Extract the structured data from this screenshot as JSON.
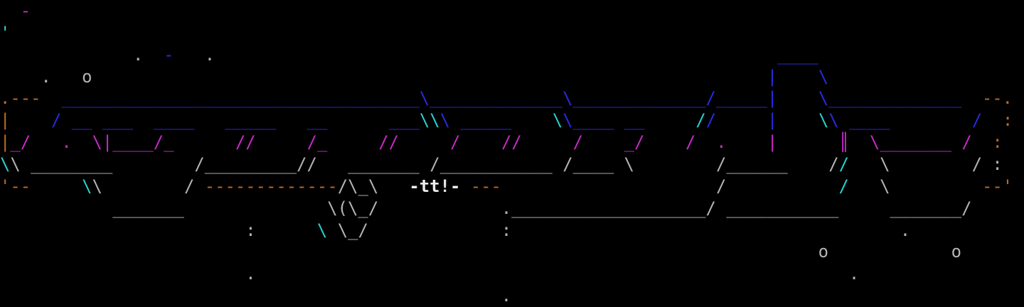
{
  "art": {
    "background": "#000000",
    "columns": 100,
    "palette": {
      "blue": "#2a2ae0",
      "magenta": "#c62ac6",
      "cyan": "#2ad0d0",
      "gray": "#b4b4b4",
      "white": "#ececec",
      "orange": "#bf6a22"
    },
    "rows": [
      {
        "segments": [
          {
            "s": 2,
            "t": "-",
            "c": "magenta"
          }
        ]
      },
      {
        "segments": [
          {
            "s": 0,
            "t": "'",
            "c": "cyan"
          }
        ]
      },
      {
        "segments": [
          {
            "s": 13,
            "t": ".",
            "c": "gray"
          },
          {
            "s": 16,
            "t": "-",
            "c": "blue"
          },
          {
            "s": 20,
            "t": ".",
            "c": "gray"
          },
          {
            "s": 76,
            "t": "____",
            "c": "blue"
          }
        ]
      },
      {
        "segments": [
          {
            "s": 4,
            "t": ".",
            "c": "gray"
          },
          {
            "s": 8,
            "t": "o",
            "c": "gray"
          },
          {
            "s": 75,
            "t": "|",
            "c": "blue"
          },
          {
            "s": 80,
            "t": "\\",
            "c": "blue"
          }
        ]
      },
      {
        "segments": [
          {
            "s": 0,
            "t": ".---",
            "c": "orange"
          },
          {
            "s": 6,
            "t": "___________________________________",
            "c": "blue"
          },
          {
            "s": 41,
            "t": "\\",
            "c": "blue"
          },
          {
            "s": 42,
            "t": "_____________",
            "c": "blue"
          },
          {
            "s": 55,
            "t": "\\",
            "c": "blue"
          },
          {
            "s": 56,
            "t": "_____________",
            "c": "blue"
          },
          {
            "s": 69,
            "t": "/",
            "c": "blue"
          },
          {
            "s": 70,
            "t": "_____",
            "c": "blue"
          },
          {
            "s": 75,
            "t": "|",
            "c": "blue"
          },
          {
            "s": 80,
            "t": "\\",
            "c": "blue"
          },
          {
            "s": 81,
            "t": "_____________",
            "c": "blue"
          },
          {
            "s": 96,
            "t": "--.",
            "c": "orange"
          }
        ]
      },
      {
        "segments": [
          {
            "s": 0,
            "t": "|",
            "c": "orange"
          },
          {
            "s": 5,
            "t": "/",
            "c": "blue"
          },
          {
            "s": 7,
            "t": "__",
            "c": "blue"
          },
          {
            "s": 10,
            "t": "___",
            "c": "blue"
          },
          {
            "s": 15,
            "t": "____",
            "c": "blue"
          },
          {
            "s": 22,
            "t": "_____",
            "c": "blue"
          },
          {
            "s": 30,
            "t": "__",
            "c": "blue"
          },
          {
            "s": 38,
            "t": "___",
            "c": "blue"
          },
          {
            "s": 41,
            "t": "\\\\",
            "c": "cyan"
          },
          {
            "s": 43,
            "t": "\\",
            "c": "blue"
          },
          {
            "s": 45,
            "t": "_____",
            "c": "blue"
          },
          {
            "s": 54,
            "t": "\\",
            "c": "cyan"
          },
          {
            "s": 55,
            "t": "\\",
            "c": "blue"
          },
          {
            "s": 56,
            "t": "____",
            "c": "blue"
          },
          {
            "s": 61,
            "t": "__",
            "c": "blue"
          },
          {
            "s": 68,
            "t": "/",
            "c": "cyan"
          },
          {
            "s": 69,
            "t": "/",
            "c": "blue"
          },
          {
            "s": 75,
            "t": "|",
            "c": "blue"
          },
          {
            "s": 80,
            "t": "\\",
            "c": "cyan"
          },
          {
            "s": 81,
            "t": "\\",
            "c": "blue"
          },
          {
            "s": 83,
            "t": "____",
            "c": "blue"
          },
          {
            "s": 95,
            "t": "/",
            "c": "blue"
          },
          {
            "s": 98,
            "t": ":",
            "c": "orange"
          }
        ]
      },
      {
        "segments": [
          {
            "s": 0,
            "t": "|",
            "c": "orange"
          },
          {
            "s": 1,
            "t": "_/",
            "c": "magenta"
          },
          {
            "s": 6,
            "t": ".",
            "c": "magenta"
          },
          {
            "s": 9,
            "t": "\\|____/_",
            "c": "magenta"
          },
          {
            "s": 23,
            "t": "//",
            "c": "magenta"
          },
          {
            "s": 30,
            "t": "/_",
            "c": "magenta"
          },
          {
            "s": 37,
            "t": "//",
            "c": "magenta"
          },
          {
            "s": 44,
            "t": "/",
            "c": "magenta"
          },
          {
            "s": 49,
            "t": "//",
            "c": "magenta"
          },
          {
            "s": 56,
            "t": "/",
            "c": "magenta"
          },
          {
            "s": 61,
            "t": "_/",
            "c": "magenta"
          },
          {
            "s": 67,
            "t": "/",
            "c": "magenta"
          },
          {
            "s": 70,
            "t": ".",
            "c": "magenta"
          },
          {
            "s": 75,
            "t": "|",
            "c": "magenta"
          },
          {
            "s": 82,
            "t": "║",
            "c": "magenta"
          },
          {
            "s": 85,
            "t": "\\_______",
            "c": "magenta"
          },
          {
            "s": 94,
            "t": "/",
            "c": "magenta"
          },
          {
            "s": 97,
            "t": ":",
            "c": "orange"
          }
        ]
      },
      {
        "segments": [
          {
            "s": 0,
            "t": "\\",
            "c": "cyan"
          },
          {
            "s": 1,
            "t": "\\",
            "c": "gray"
          },
          {
            "s": 3,
            "t": "________",
            "c": "gray"
          },
          {
            "s": 19,
            "t": "/_________",
            "c": "gray"
          },
          {
            "s": 29,
            "t": "//",
            "c": "gray"
          },
          {
            "s": 34,
            "t": "_______",
            "c": "gray"
          },
          {
            "s": 42,
            "t": "/",
            "c": "gray"
          },
          {
            "s": 43,
            "t": "___________",
            "c": "gray"
          },
          {
            "s": 55,
            "t": "/",
            "c": "gray"
          },
          {
            "s": 56,
            "t": "____",
            "c": "gray"
          },
          {
            "s": 61,
            "t": "\\",
            "c": "gray"
          },
          {
            "s": 70,
            "t": "/",
            "c": "gray"
          },
          {
            "s": 71,
            "t": "______",
            "c": "gray"
          },
          {
            "s": 81,
            "t": "/",
            "c": "gray"
          },
          {
            "s": 82,
            "t": "/",
            "c": "cyan"
          },
          {
            "s": 86,
            "t": "\\",
            "c": "gray"
          },
          {
            "s": 95,
            "t": "/",
            "c": "gray"
          },
          {
            "s": 97,
            "t": ":",
            "c": "gray"
          }
        ]
      },
      {
        "segments": [
          {
            "s": 0,
            "t": "'--",
            "c": "orange"
          },
          {
            "s": 8,
            "t": "\\",
            "c": "cyan"
          },
          {
            "s": 9,
            "t": "\\",
            "c": "gray"
          },
          {
            "s": 18,
            "t": "/",
            "c": "gray"
          },
          {
            "s": 20,
            "t": "-------------",
            "c": "orange"
          },
          {
            "s": 33,
            "t": "/\\_\\",
            "c": "gray"
          },
          {
            "s": 40,
            "t": "-tt!-",
            "c": "white",
            "b": 1
          },
          {
            "s": 46,
            "t": "---",
            "c": "orange"
          },
          {
            "s": 70,
            "t": "/",
            "c": "gray"
          },
          {
            "s": 82,
            "t": "/",
            "c": "cyan"
          },
          {
            "s": 86,
            "t": "\\",
            "c": "gray"
          },
          {
            "s": 96,
            "t": "--'",
            "c": "orange"
          }
        ]
      },
      {
        "segments": [
          {
            "s": 11,
            "t": "_______",
            "c": "gray"
          },
          {
            "s": 32,
            "t": "\\(\\_/",
            "c": "gray"
          },
          {
            "s": 49,
            "t": ".",
            "c": "gray"
          },
          {
            "s": 50,
            "t": "___________________",
            "c": "gray"
          },
          {
            "s": 69,
            "t": "/",
            "c": "gray"
          },
          {
            "s": 71,
            "t": "___________",
            "c": "gray"
          },
          {
            "s": 87,
            "t": "_______",
            "c": "gray"
          },
          {
            "s": 94,
            "t": "/",
            "c": "gray"
          }
        ]
      },
      {
        "segments": [
          {
            "s": 24,
            "t": ":",
            "c": "gray"
          },
          {
            "s": 31,
            "t": "\\",
            "c": "cyan"
          },
          {
            "s": 33,
            "t": "\\_/",
            "c": "gray"
          },
          {
            "s": 49,
            "t": ":",
            "c": "gray"
          },
          {
            "s": 88,
            "t": ".",
            "c": "gray"
          }
        ]
      },
      {
        "segments": [
          {
            "s": 80,
            "t": "o",
            "c": "gray"
          },
          {
            "s": 93,
            "t": "o",
            "c": "gray"
          }
        ]
      },
      {
        "segments": [
          {
            "s": 24,
            "t": ".",
            "c": "gray"
          },
          {
            "s": 83,
            "t": ".",
            "c": "gray"
          }
        ]
      },
      {
        "segments": [
          {
            "s": 49,
            "t": ".",
            "c": "gray"
          }
        ]
      }
    ]
  }
}
